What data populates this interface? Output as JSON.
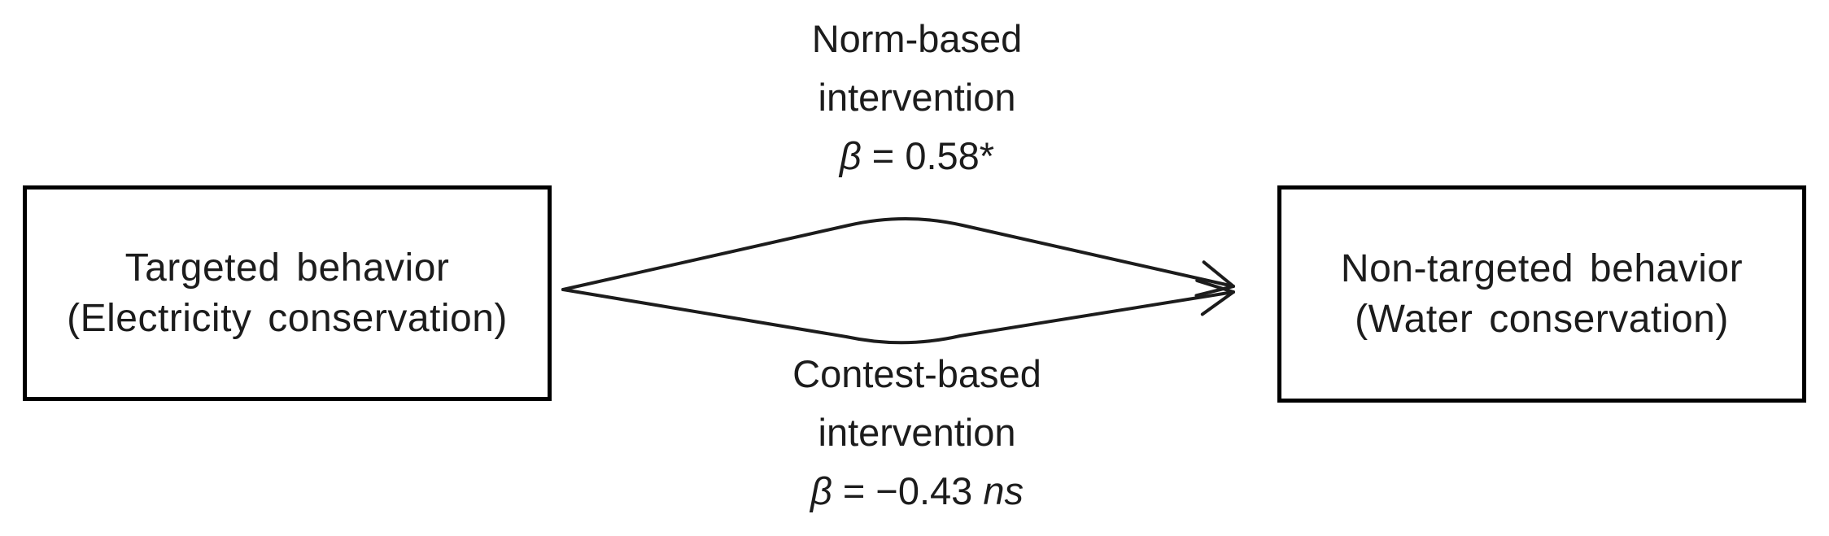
{
  "figure": {
    "background": "#ffffff",
    "ink": "#1c1c1c",
    "border": "#000000"
  },
  "nodes": {
    "left": {
      "line1": "Targeted behavior",
      "line2": "(Electricity conservation)"
    },
    "right": {
      "line1": "Non-targeted behavior",
      "line2": "(Water conservation)"
    }
  },
  "paths": {
    "top": {
      "line1": "Norm-based",
      "line2": "intervention",
      "coef_symbol": "β",
      "coef_rest": " = 0.58",
      "coef_sig": "*"
    },
    "bottom": {
      "line1": "Contest-based",
      "line2": "intervention",
      "coef_symbol": "β",
      "coef_rest": " = −0.43 ",
      "coef_sig": "ns"
    }
  }
}
